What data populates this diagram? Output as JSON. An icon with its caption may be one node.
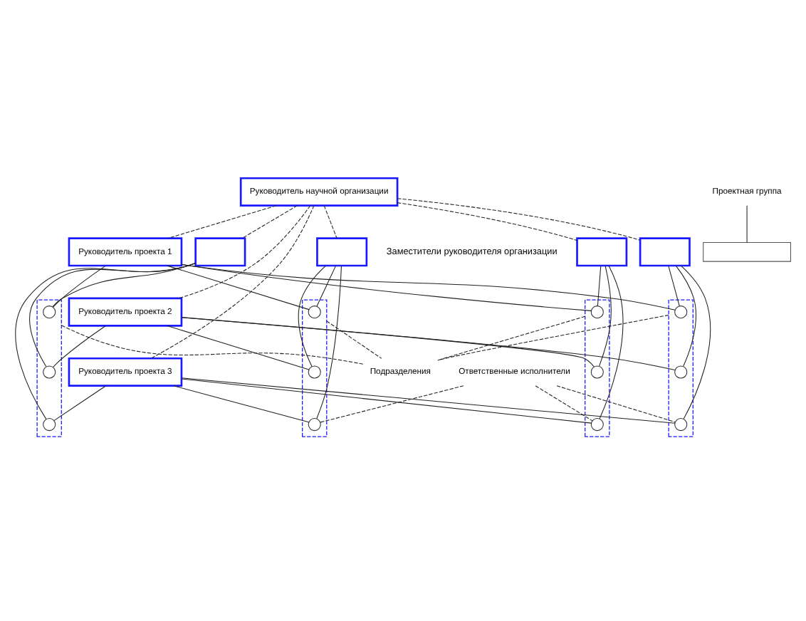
{
  "diagram": {
    "nodes": [
      {
        "text": [
          "Руководитель научной организации"
        ]
      },
      {
        "text": [],
        "shape": "box"
      },
      {
        "text": [],
        "shape": "box"
      },
      {
        "text": [],
        "shape": "box"
      },
      {
        "text": [],
        "shape": "box"
      },
      {
        "text": [
          "Руководитель проекта 1"
        ]
      },
      {
        "text": [
          "Руководитель проекта 2"
        ]
      },
      {
        "text": [
          "Руководитель проекта 3"
        ]
      },
      {
        "text": [],
        "shape": "box"
      },
      {
        "text": [],
        "shape": "circle",
        "in": 8
      },
      {
        "text": [],
        "shape": "circle",
        "in": 8
      },
      {
        "text": [],
        "shape": "circle",
        "in": 8
      },
      {
        "text": [],
        "shape": "box"
      },
      {
        "text": [],
        "shape": "circle",
        "in": 12
      },
      {
        "text": [],
        "shape": "circle",
        "in": 12
      },
      {
        "text": [],
        "shape": "circle",
        "in": 12
      },
      {
        "text": [],
        "shape": "box"
      },
      {
        "text": [],
        "shape": "circle",
        "in": 16
      },
      {
        "text": [],
        "shape": "circle",
        "in": 16
      },
      {
        "text": [],
        "shape": "circle",
        "in": 16
      },
      {
        "text": [],
        "shape": "box"
      },
      {
        "text": [],
        "shape": "circle",
        "in": 20
      },
      {
        "text": [],
        "shape": "circle",
        "in": 20
      },
      {
        "text": [],
        "shape": "circle",
        "in": 20
      },
      {
        "text": [],
        "shape": "box"
      },
      {
        "text": [
          "Ответственные исполнители"
        ]
      },
      {
        "text": [
          "Проектная группа"
        ]
      },
      {
        "text": [
          "Подразделения"
        ]
      }
    ],
    "edges": [
      {
        "from": 0,
        "to": 1,
        "arrow": "none",
        "style": "dashed"
      },
      {
        "from": 0,
        "to": 2,
        "arrow": "none",
        "style": "dashed"
      },
      {
        "from": 0,
        "to": 3,
        "arrow": "none",
        "style": "dashed"
      },
      {
        "from": 0,
        "to": 4,
        "arrow": "none",
        "style": "dashed"
      },
      {
        "from": 0,
        "to": 5,
        "arrow": "none",
        "style": "dashed"
      },
      {
        "from": 0,
        "to": 6,
        "arrow": "none",
        "style": "dashed"
      },
      {
        "from": 0,
        "to": 7,
        "arrow": "none",
        "style": "dashed"
      },
      {
        "from": 1,
        "to": 9,
        "arrow": "none"
      },
      {
        "from": 1,
        "to": 10,
        "arrow": "none"
      },
      {
        "from": 1,
        "to": 11,
        "arrow": "none"
      },
      {
        "from": 2,
        "to": 13,
        "arrow": "none"
      },
      {
        "from": 2,
        "to": 14,
        "arrow": "none"
      },
      {
        "from": 2,
        "to": 15,
        "arrow": "none"
      },
      {
        "from": 3,
        "to": 17,
        "arrow": "none"
      },
      {
        "from": 3,
        "to": 18,
        "arrow": "none"
      },
      {
        "from": 3,
        "to": 19,
        "arrow": "none"
      },
      {
        "from": 4,
        "to": 21,
        "arrow": "none"
      },
      {
        "from": 4,
        "to": 22,
        "arrow": "none"
      },
      {
        "from": 4,
        "to": 23,
        "arrow": "none"
      },
      {
        "from": 5,
        "to": 9,
        "arrow": "none"
      },
      {
        "from": 5,
        "to": 13,
        "arrow": "none"
      },
      {
        "from": 5,
        "to": 17,
        "arrow": "none"
      },
      {
        "from": 5,
        "to": 21,
        "arrow": "none"
      },
      {
        "from": 6,
        "to": 10,
        "arrow": "none"
      },
      {
        "from": 6,
        "to": 14,
        "arrow": "none"
      },
      {
        "from": 6,
        "to": 18,
        "arrow": "none"
      },
      {
        "from": 6,
        "to": 22,
        "arrow": "none"
      },
      {
        "from": 7,
        "to": 11,
        "arrow": "none"
      },
      {
        "from": 7,
        "to": 15,
        "arrow": "none"
      },
      {
        "from": 7,
        "to": 19,
        "arrow": "none"
      },
      {
        "from": 7,
        "to": 23,
        "arrow": "none"
      },
      {
        "from": 25,
        "to": 15,
        "arrow": "none",
        "style": "dashed"
      },
      {
        "from": 25,
        "to": 19,
        "arrow": "none",
        "style": "dashed"
      },
      {
        "from": 25,
        "to": 23,
        "arrow": "none",
        "style": "dashed"
      },
      {
        "from": 26,
        "to": 24,
        "arrow": "none"
      },
      {
        "from": 8,
        "to": 27,
        "arrow": "none",
        "style": "dashed"
      },
      {
        "from": 12,
        "to": 27,
        "arrow": "none",
        "style": "dashed"
      },
      {
        "from": 16,
        "to": 27,
        "arrow": "none",
        "style": "dashed"
      },
      {
        "from": 20,
        "to": 27,
        "arrow": "none",
        "style": "dashed"
      }
    ],
    "labels": [
      "Заместители руководителя организации"
    ]
  }
}
